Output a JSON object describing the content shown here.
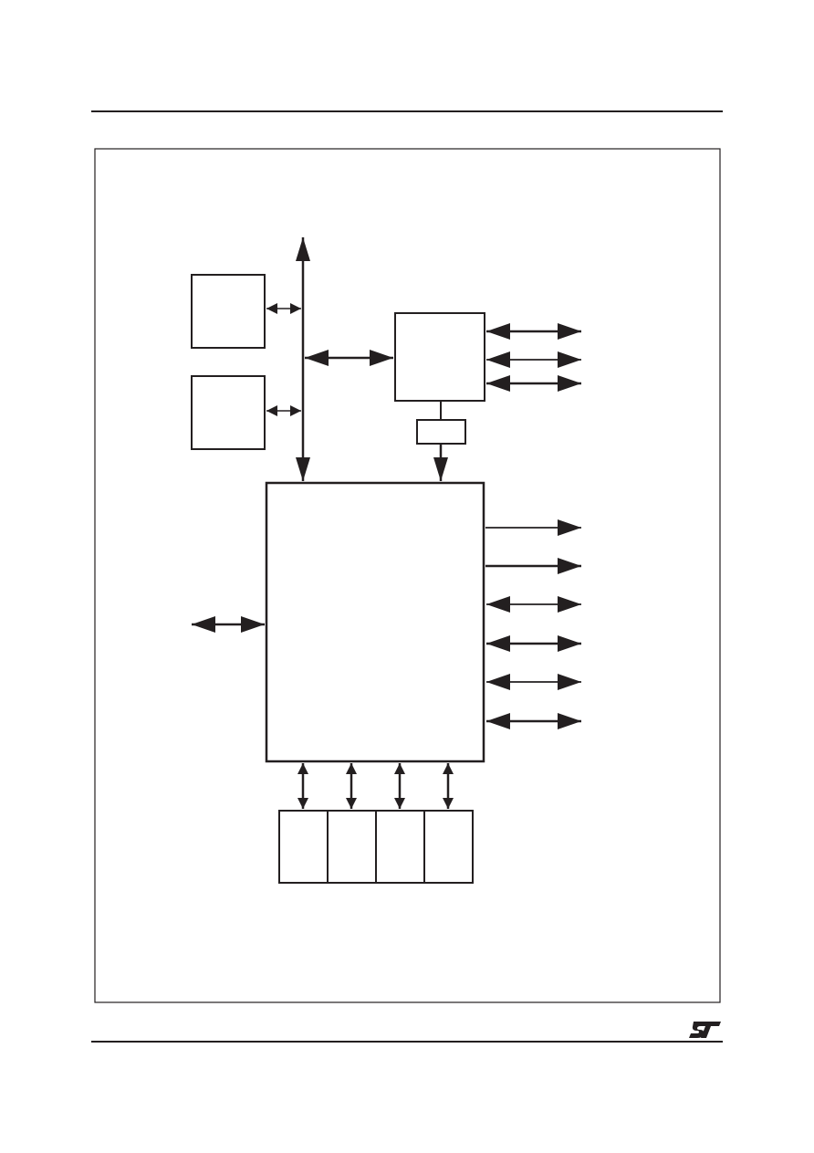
{
  "page": {
    "header_rule": true,
    "footer_rule": true
  },
  "diagram": {
    "stroke_color": "#231f20",
    "background": "#ffffff",
    "blocks": [
      "frame",
      "memory-block-1",
      "memory-block-2",
      "peripheral-block",
      "connector-block",
      "core-block",
      "bottom-block-1",
      "bottom-block-2",
      "bottom-block-3",
      "bottom-block-4"
    ],
    "arrows": [
      "main-bus-arrow",
      "memory-1-link",
      "memory-2-link",
      "bus-peripheral-link",
      "peripheral-io-1",
      "peripheral-io-2",
      "peripheral-io-3",
      "connector-to-core",
      "core-output-1",
      "core-output-2",
      "core-io-1",
      "core-io-2",
      "core-io-3",
      "core-io-4",
      "core-left-io",
      "bottom-link-1",
      "bottom-link-2",
      "bottom-link-3",
      "bottom-link-4"
    ]
  },
  "footer": {
    "logo_icon": "st-logo-icon"
  }
}
